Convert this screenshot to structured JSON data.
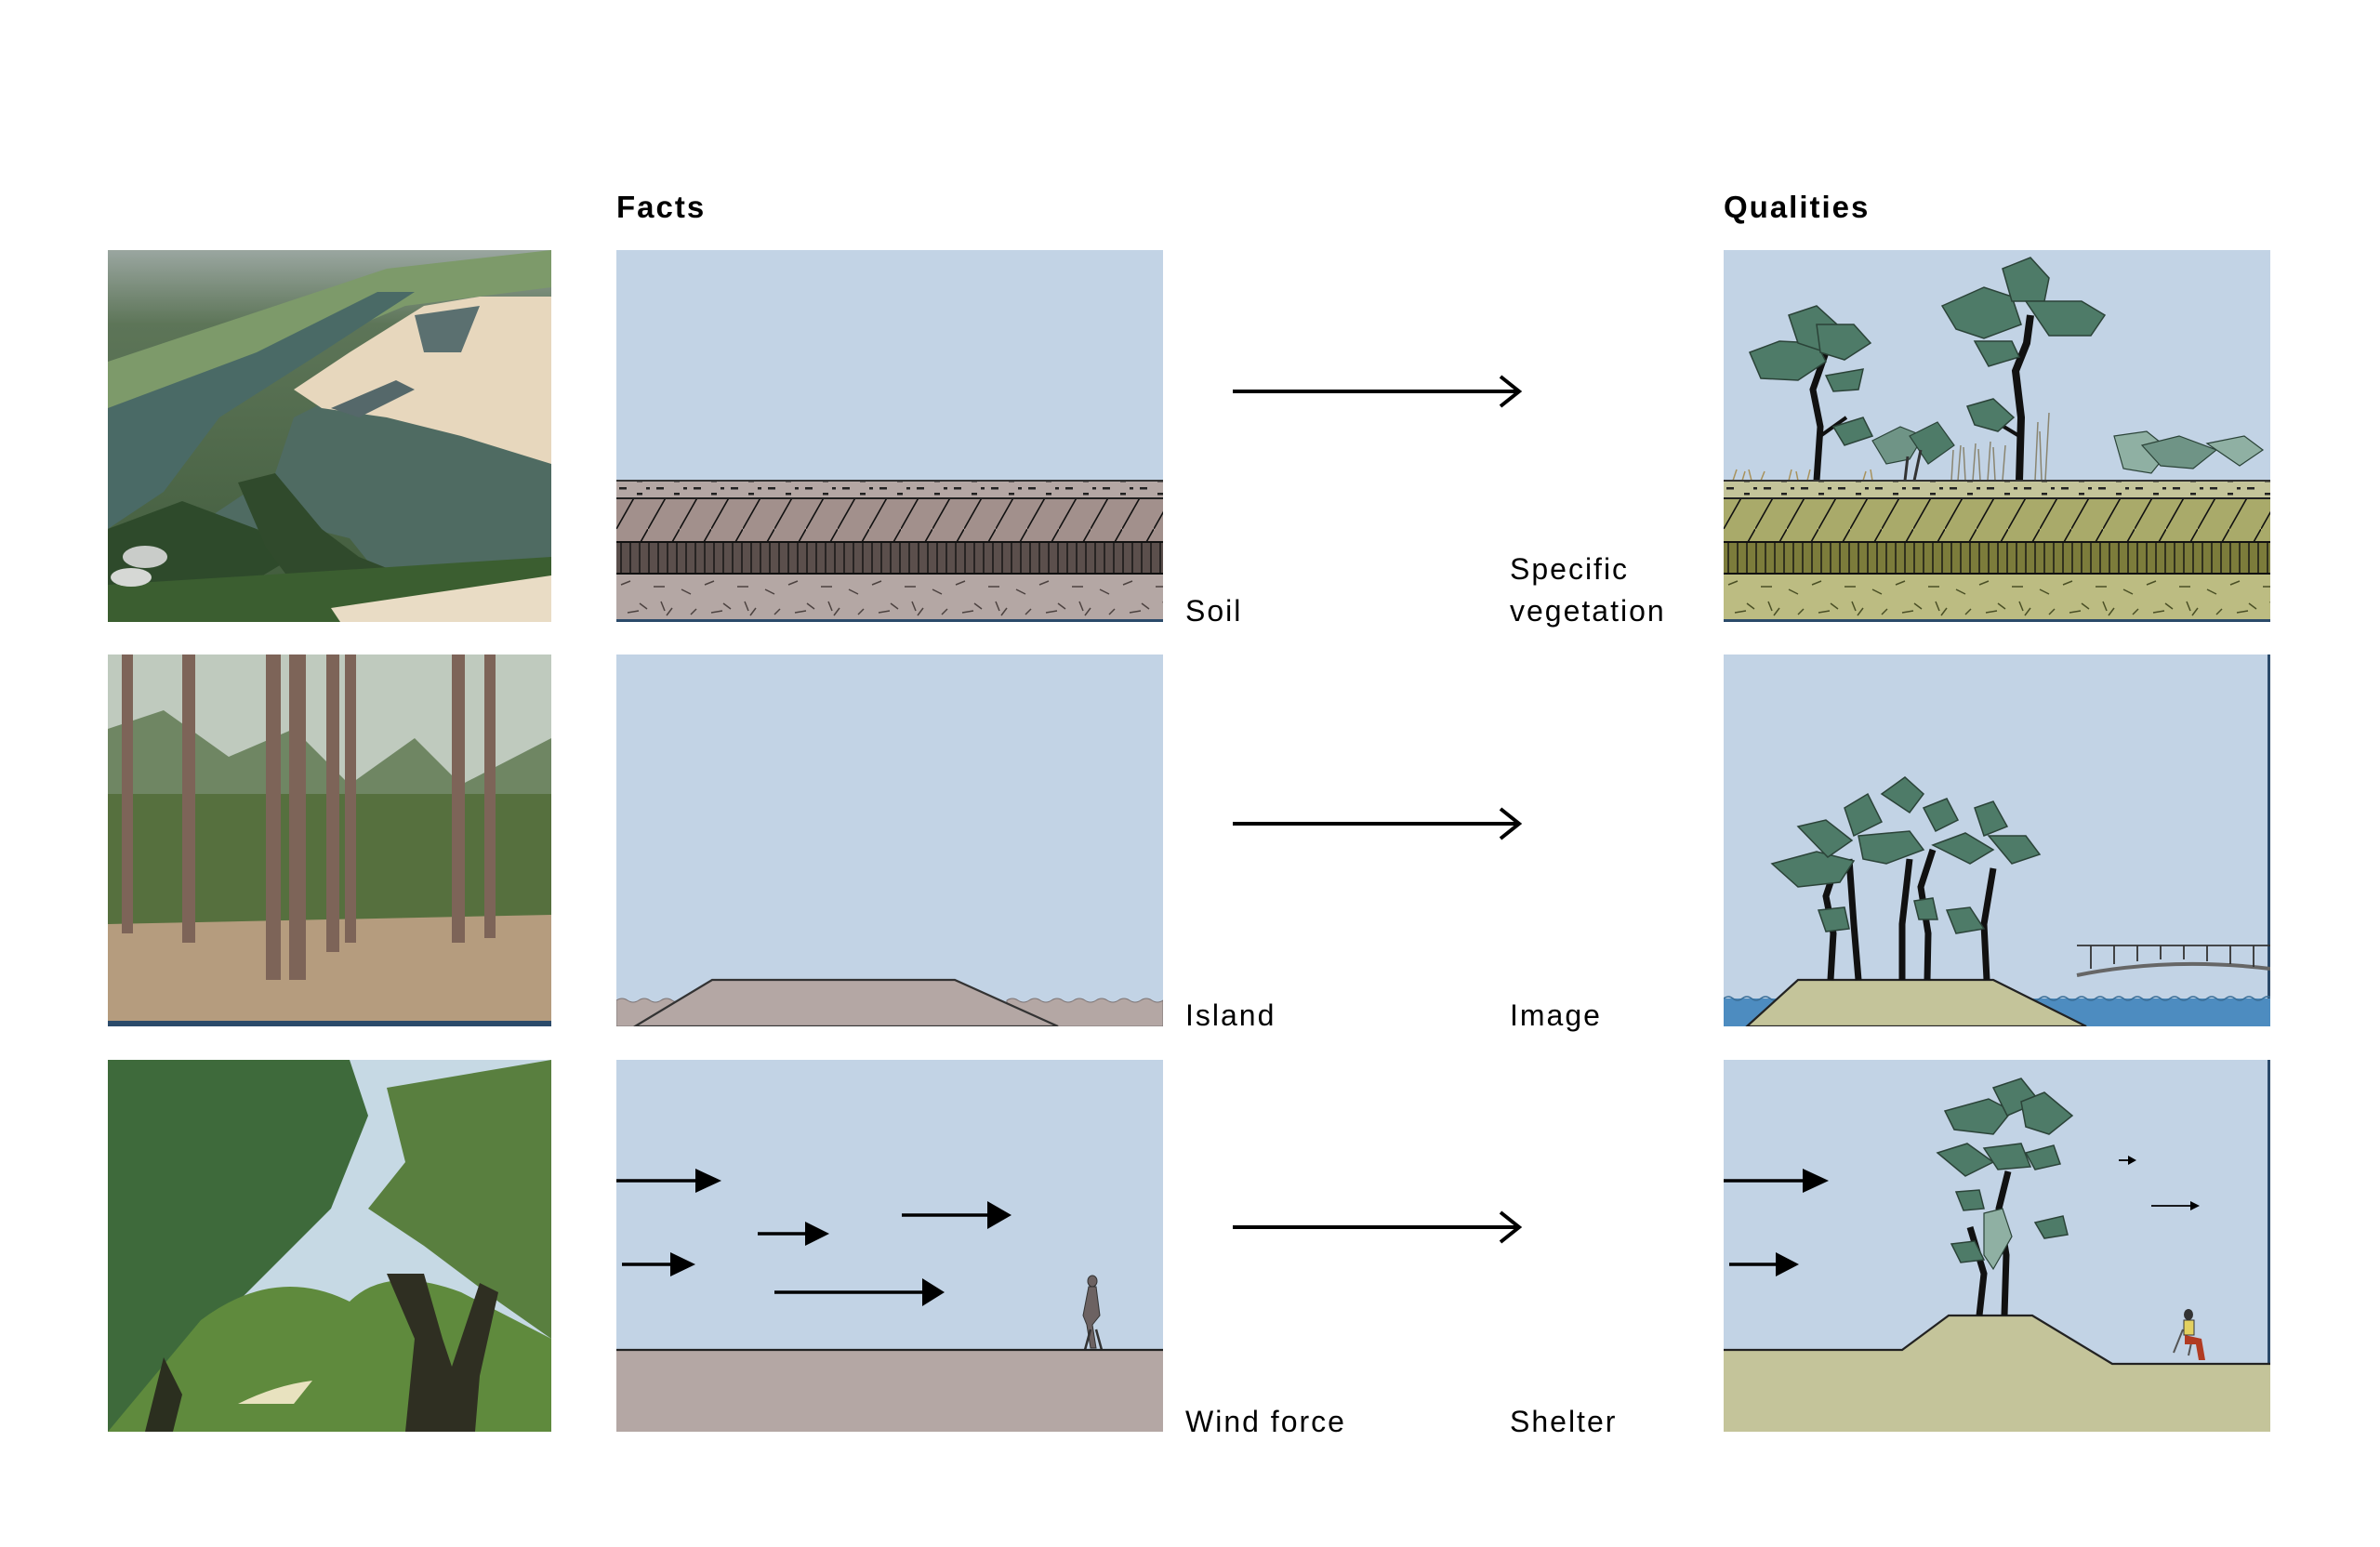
{
  "columns": {
    "facts_title": "Facts",
    "qualities_title": "Qualities"
  },
  "colors": {
    "sky": "#c2d3e5",
    "soil_brown": "#b4a7a4",
    "soil_dark": "#5b4f4c",
    "ground_green": "#c4c49a",
    "moss_green": "#7c7c3b",
    "tree_leaf": "#4e7b68",
    "water_blue": "#4d8cc0",
    "border_blue": "#2b4a6a"
  },
  "rows": [
    {
      "photo": "aerial-river-photo",
      "fact_label": "Soil",
      "quality_label_line1": "Specific",
      "quality_label_line2": "vegetation",
      "fact_diagram": "soil-layers",
      "quality_diagram": "vegetated-soil-layers"
    },
    {
      "photo": "pine-forest-photo",
      "fact_label": "Island",
      "quality_label_line1": "Image",
      "quality_label_line2": "",
      "fact_diagram": "island-section",
      "quality_diagram": "island-with-pines-and-bridge"
    },
    {
      "photo": "hawthorn-path-photo",
      "fact_label": "Wind force",
      "quality_label_line1": "Shelter",
      "quality_label_line2": "",
      "fact_diagram": "wind-arrows-walker",
      "quality_diagram": "mound-shelter-seated-person"
    }
  ]
}
